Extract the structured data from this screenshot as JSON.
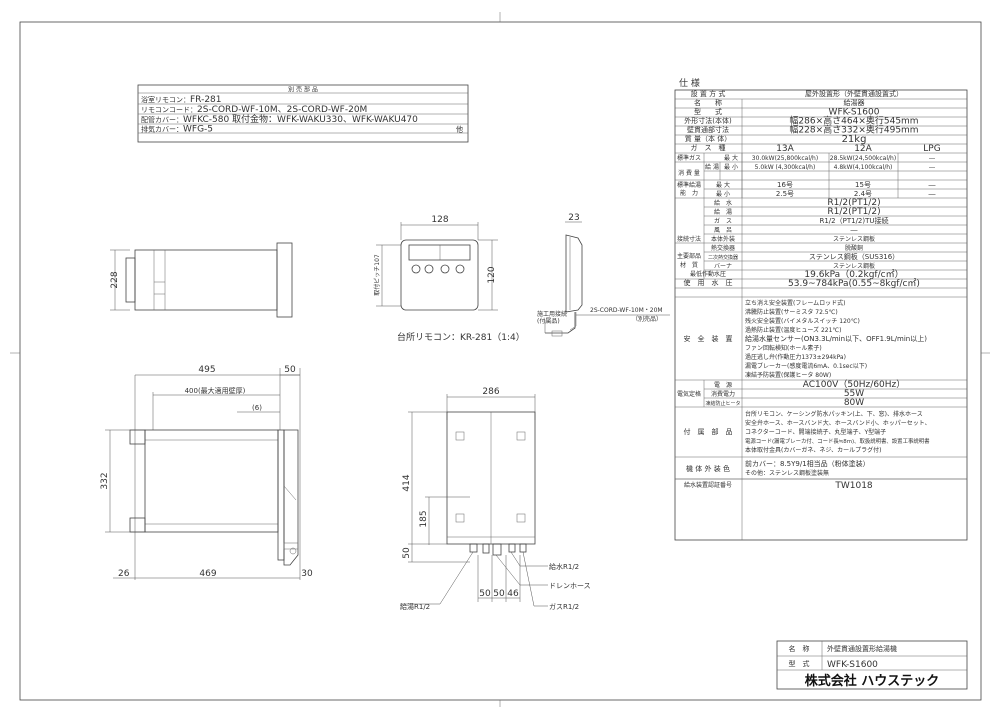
{
  "parts": {
    "header": "別 売 部 品",
    "rows": [
      {
        "label": "浴室リモコン",
        "value": "FR-281"
      },
      {
        "label": "リモコンコード",
        "value": "2S-CORD-WF-10M、2S-CORD-WF-20M"
      },
      {
        "label": "配管カバー",
        "value": "WFKC-580  取付金物：WFK-WAKU330、WFK-WAKU470"
      },
      {
        "label": "排気カバー",
        "value": "WFG-5"
      }
    ],
    "etc": "他"
  },
  "drawings": {
    "side_width_total": "495",
    "side_right_margin": "50",
    "side_wall": "400(最大適用壁厚)",
    "side_paren": "(6)",
    "side_height": "332",
    "side_bottom_left": "26",
    "side_bottom_mid": "469",
    "side_bottom_right": "30",
    "pipe_height": "228",
    "remote_width": "128",
    "remote_height": "120",
    "remote_mount": "取付ピッチ107",
    "remote_depth": "23",
    "remote_cord": "2S-CORD-WF-10M・20M",
    "remote_cord_sub": "（別売品）",
    "remote_connector": "施工用接続\n(付属品)",
    "remote_caption": "台所リモコン：KR-281（1:4）",
    "front_width": "286",
    "front_height": "414",
    "front_pipe_height": "185",
    "front_bottom": "50",
    "dim_50a": "50",
    "dim_50b": "50",
    "dim_46": "46",
    "label_water": "給水R1/2",
    "label_drain": "ドレンホース",
    "label_gas": "ガスR1/2",
    "label_hot": "給湯R1/2"
  },
  "spec": {
    "title": "仕 様",
    "install_label": "設 置 方 式",
    "install_value": "屋外設置形（外壁貫通設置式）",
    "name_label": "名　　称",
    "name_value": "給湯器",
    "model_label": "型　　式",
    "model_value": "WFK-S1600",
    "outer_label": "外形寸法(本体)",
    "outer_value": "幅286×高さ464×奥行545mm",
    "wall_label": "壁貫通部寸法",
    "wall_value": "幅228×高さ332×奥行495mm",
    "weight_label": "質 量（本 体）",
    "weight_value": "21kg",
    "gas_label": "ガ　ス　種",
    "gas_13a": "13A",
    "gas_12a": "12A",
    "gas_lpg": "LPG",
    "std_label": "標準ガス",
    "cons_label": "消 費 量",
    "kyuto": "給 湯",
    "saidai": "最 大",
    "saisho": "最 小",
    "cons_max_13a": "30.0kW(25,800kcal/h)",
    "cons_max_12a": "28.5kW(24,500kcal/h)",
    "cons_max_lpg": "―",
    "cons_min_13a": "5.0kW (4,300kcal/h)",
    "cons_min_12a": "4.8kW(4,100kcal/h)",
    "cons_min_lpg": "―",
    "cap_label1": "標準給湯",
    "cap_label2": "能　力",
    "cap_max_13a": "16号",
    "cap_max_12a": "15号",
    "cap_max_lpg": "―",
    "cap_min_13a": "2.5号",
    "cap_min_12a": "2.4号",
    "cap_min_lpg": "―",
    "conn_label": "接続寸法",
    "conn_water_l": "給　水",
    "conn_water_v": "R1/2(PT1/2)",
    "conn_hot_l": "給　湯",
    "conn_hot_v": "R1/2(PT1/2)",
    "conn_gas_l": "ガ　ス",
    "conn_gas_v": "R1/2（PT1/2)TU接続",
    "conn_bath_l": "風　呂",
    "conn_bath_v": "―",
    "mat_label1": "主要部品",
    "mat_label2": "材　質",
    "mat_body_l": "本体外装",
    "mat_body_v": "ステンレス鋼板",
    "mat_hx_l": "熱交換器",
    "mat_hx_v": "脱酸銅",
    "mat_hx2_l": "二次熱交換器",
    "mat_hx2_v": "ステンレス鋼板（SUS316）",
    "mat_burner_l": "バーナ",
    "mat_burner_v": "ステンレス鋼板",
    "minp_label": "最低作動水圧",
    "minp_value": "19.6kPa（0.2kgf/c㎡）",
    "usep_label": "使　用　水　圧",
    "usep_value": "53.9~784kPa(0.55~8kgf/c㎡)",
    "safety_label": "安　全　装　置",
    "safety_items": [
      "立ち消え安全装置(フレームロッド式)",
      "沸騰防止装置(サーミスタ 72.5℃)",
      "残火安全装置(バイメタルスイッチ 120℃)",
      "過熱防止装置(温度ヒューズ 221℃)",
      "給湯水量センサー(ON3.3L/min以下、OFF1.9L/min以上)",
      "ファン回転検知(ホール素子)",
      "過圧逃し弁(作動圧力1373±294kPa)",
      "漏電ブレーカー(感度電流6mA、0.1sec以下)",
      "凍結予防装置(保護ヒータ 80W)"
    ],
    "elec_label": "電気定格",
    "elec_src_l": "電　源",
    "elec_src_v": "AC100V（50Hz/60Hz）",
    "elec_cons_l": "消費電力",
    "elec_cons_v": "55W",
    "elec_frz_l": "凍結防止ヒータ",
    "elec_frz_v": "80W",
    "acc_label": "付　属　部　品",
    "acc_items": [
      "台所リモコン、ケーシング防水パッキン(上、下、窓)、排水ホース",
      "安全弁ホース、ホースバンド大、ホースバンド小、ホッパーセット、",
      "コネクターコード、開端接続子、丸型端子、Y型端子",
      "電源コード(漏電ブレーカ付、コード長≒8m)、取扱説明書、設置工事説明書",
      "本体取付金具(カバーガネ、ネジ、カールプラグ付)"
    ],
    "color_label": "機 体 外 装 色",
    "color_items": [
      "前カバー：8.5Y9/1相当品（粉体塗装）",
      "その他：ステンレス鋼板塗装無"
    ],
    "cert_label": "給水装置認証番号",
    "cert_value": "TW1018"
  },
  "title_block": {
    "name_label": "名　称",
    "name_value": "外壁貫通設置形給湯機",
    "model_label": "型　式",
    "model_value": "WFK-S1600",
    "company": "株式会社 ハウステック"
  }
}
